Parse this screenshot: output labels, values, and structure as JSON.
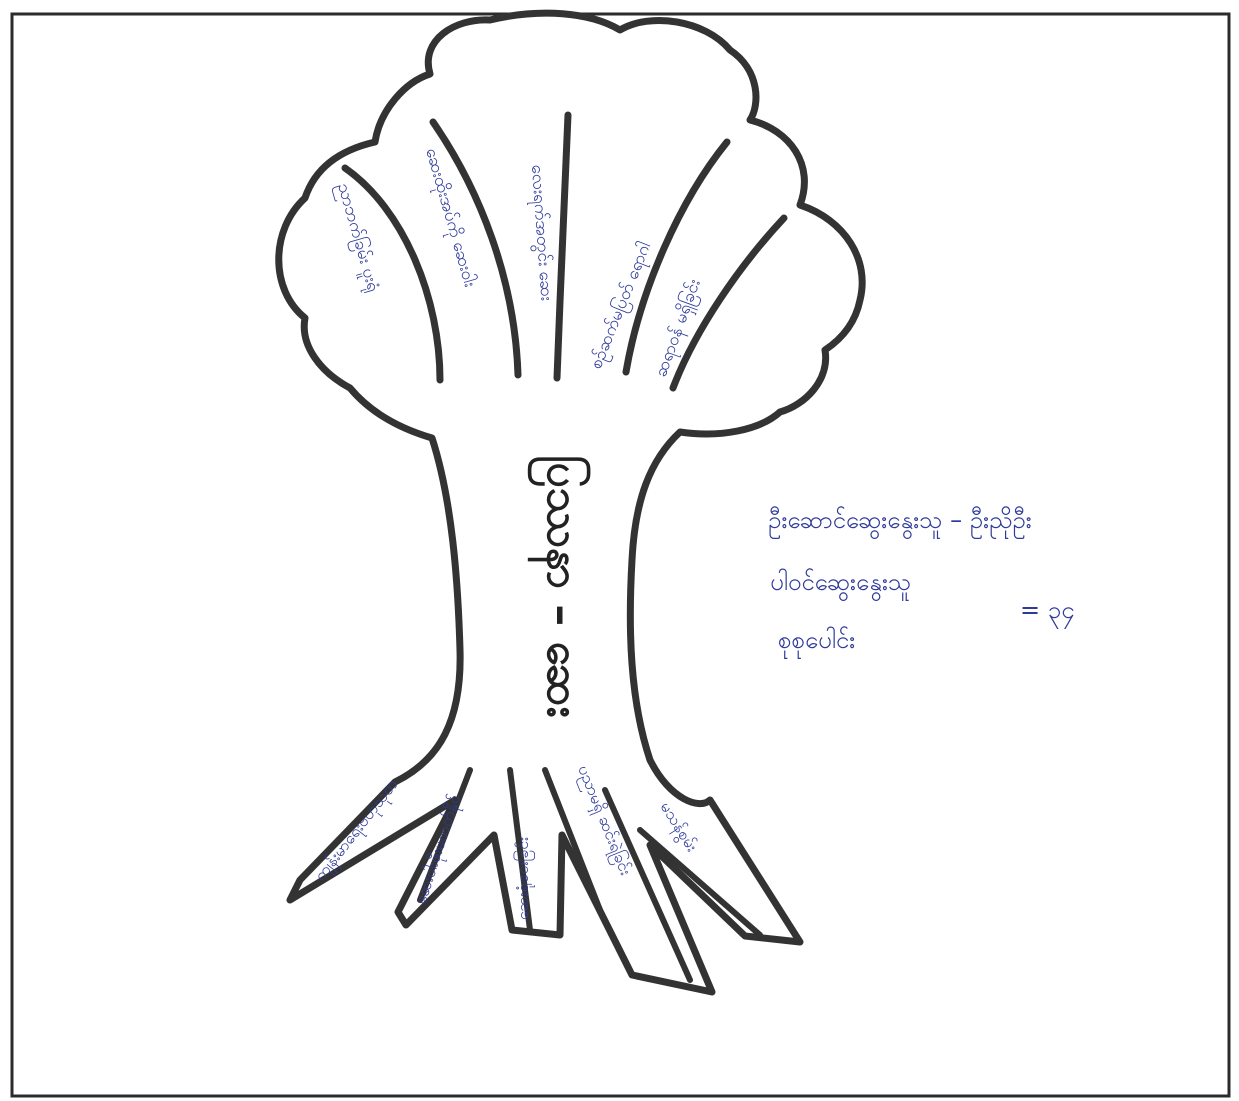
{
  "trunk": {
    "title": "ပြဿနာ – ဆေး"
  },
  "branches": [
    "ညာဘက်ခြမ်း ပူးရုံ",
    "ဆေးထိုးအပ်ကို ဆေးဝါး",
    "လေးရက်အတွင်း ဆေး",
    "စဉ်ဆက်မပြတ် ရောဂါ",
    "ဆရာဝန် မရှိခြင်း"
  ],
  "roots": [
    "ကျန်းမာရေးဗဟုသုတ",
    "ဆေးဝါးဖိုးမတတ်နိုင်",
    "ဆေးရုံဝေးခြင်း",
    "ပညာမရှိ ဆင်းရဲခြင်း",
    "မသန်စွမ်း"
  ],
  "note": {
    "line1": "ဦးဆောင်ဆွေးနွေးသူ – ဦးညိုဦး",
    "line2": "ပါဝင်ဆွေးနွေးသူ",
    "line3_label": "စုစုပေါင်း",
    "line3_value": "= ၃၄"
  }
}
